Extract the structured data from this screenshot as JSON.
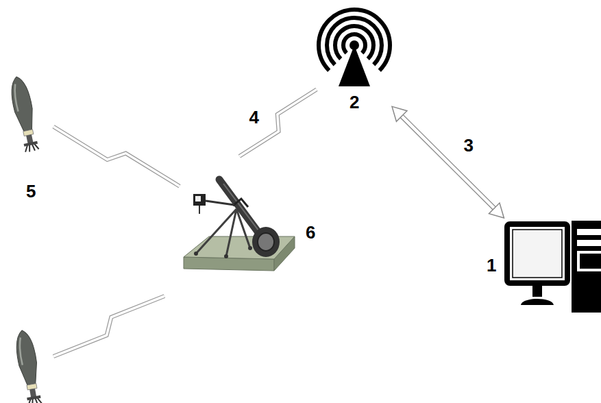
{
  "diagram": {
    "nodes": [
      {
        "text": [
          "2"
        ]
      },
      {
        "text": [
          "5"
        ]
      },
      {
        "text": [
          "6"
        ]
      },
      {
        "text": [
          "1"
        ]
      }
    ],
    "edges": [
      {
        "from": 0,
        "to": 3,
        "arrow": "both",
        "label": "3"
      },
      {
        "from": 0,
        "to": 2,
        "arrow": "none",
        "label": "4"
      },
      {
        "from": 1,
        "to": 2,
        "arrow": "none"
      }
    ]
  }
}
